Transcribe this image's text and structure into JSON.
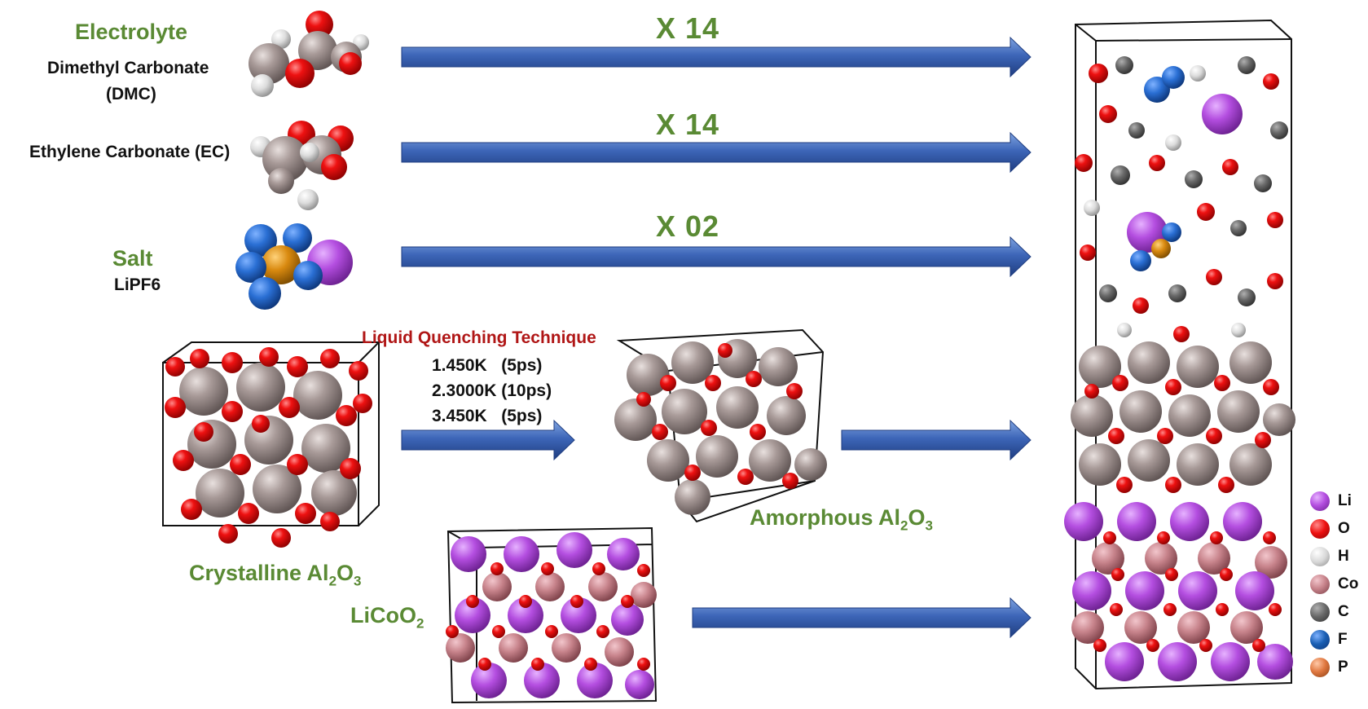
{
  "labels": {
    "electrolyte": "Electrolyte",
    "dmc_line1": "Dimethyl Carbonate",
    "dmc_line2": "(DMC)",
    "ec": "Ethylene Carbonate (EC)",
    "salt": "Salt",
    "salt_formula": "LiPF6",
    "quench_title": "Liquid Quenching Technique",
    "crystalline_main": "Crystalline Al",
    "crystalline_sub1": "2",
    "crystalline_mid": "O",
    "crystalline_sub2": "3",
    "amorphous_main": "Amorphous Al",
    "amorphous_sub1": "2",
    "amorphous_mid": "O",
    "amorphous_sub2": "3",
    "licoo_main": "LiCoO",
    "licoo_sub": "2"
  },
  "multipliers": {
    "dmc": "X 14",
    "ec": "X 14",
    "salt": "X 02"
  },
  "quench_steps": [
    "1.450K   (5ps)",
    "2.3000K (10ps)",
    "3.450K   (5ps)"
  ],
  "legend": [
    {
      "label": "Li",
      "color": "#b44ee0"
    },
    {
      "label": "O",
      "color": "#ee1111"
    },
    {
      "label": "H",
      "color": "#d8d8d8"
    },
    {
      "label": "Co",
      "color": "#c8848c"
    },
    {
      "label": "C",
      "color": "#6a6a6a"
    },
    {
      "label": "F",
      "color": "#1a5fb4"
    },
    {
      "label": "P",
      "color": "#e07840"
    }
  ],
  "colors": {
    "arrow": "#3d66b8",
    "arrow_dark": "#1f3d80",
    "accent_green": "#5a8a34",
    "accent_red": "#b01616"
  }
}
